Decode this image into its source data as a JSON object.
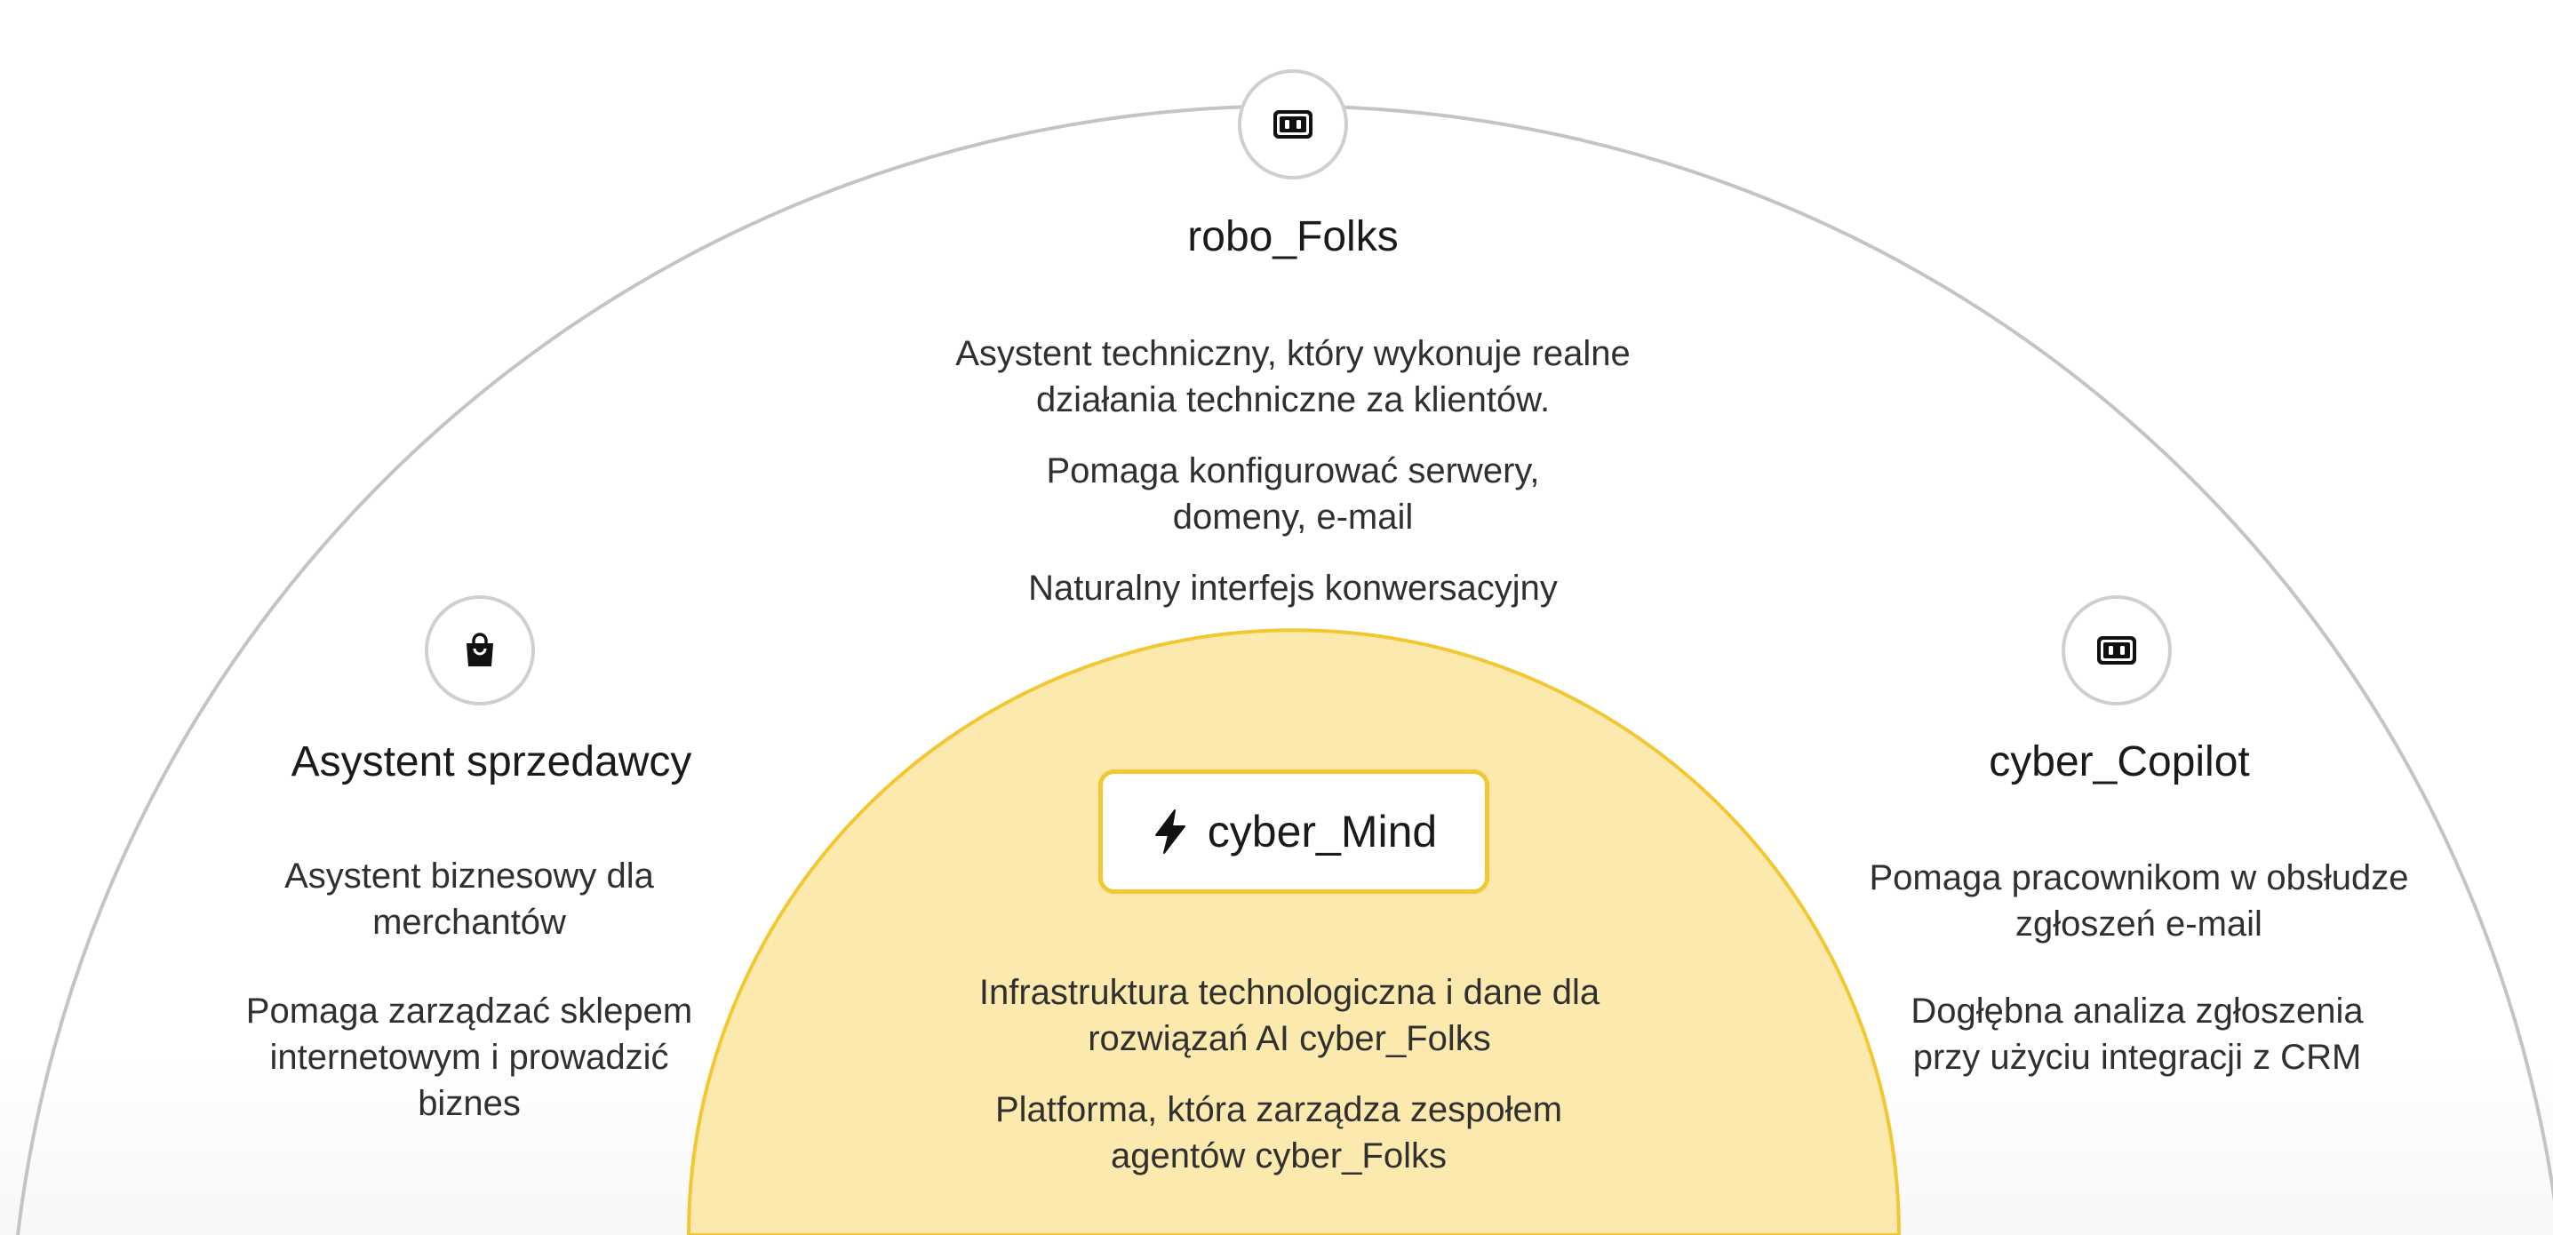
{
  "colors": {
    "arc_outline": "#c4c4c4",
    "core_fill": "#fbe9ae",
    "core_outline": "#f2c832",
    "icon_outline": "#cfcfcf",
    "text": "#2b2b2b"
  },
  "center": {
    "icon": "lightning-bolt-icon",
    "title": "cyber_Mind",
    "desc": [
      "Infrastruktura technologiczna i dane dla rozwiązań AI cyber_Folks",
      "Platforma, która zarządza zespołem agentów cyber_Folks"
    ]
  },
  "top": {
    "icon": "robot-face-icon",
    "title": "robo_Folks",
    "desc": [
      "Asystent techniczny, który wykonuje realne działania techniczne za klientów.",
      "Pomaga konfigurować serwery, domeny, e-mail",
      "Naturalny interfejs konwersacyjny"
    ]
  },
  "left": {
    "icon": "shopping-bag-icon",
    "title": "Asystent sprzedawcy",
    "desc": [
      "Asystent biznesowy dla merchantów",
      "Pomaga zarządzać sklepem internetowym i prowadzić biznes"
    ]
  },
  "right": {
    "icon": "robot-face-icon",
    "title": "cyber_Copilot",
    "desc": [
      "Pomaga pracownikom w obsłudze zgłoszeń e-mail",
      "Dogłębna analiza zgłoszenia przy użyciu integracji z CRM"
    ]
  }
}
